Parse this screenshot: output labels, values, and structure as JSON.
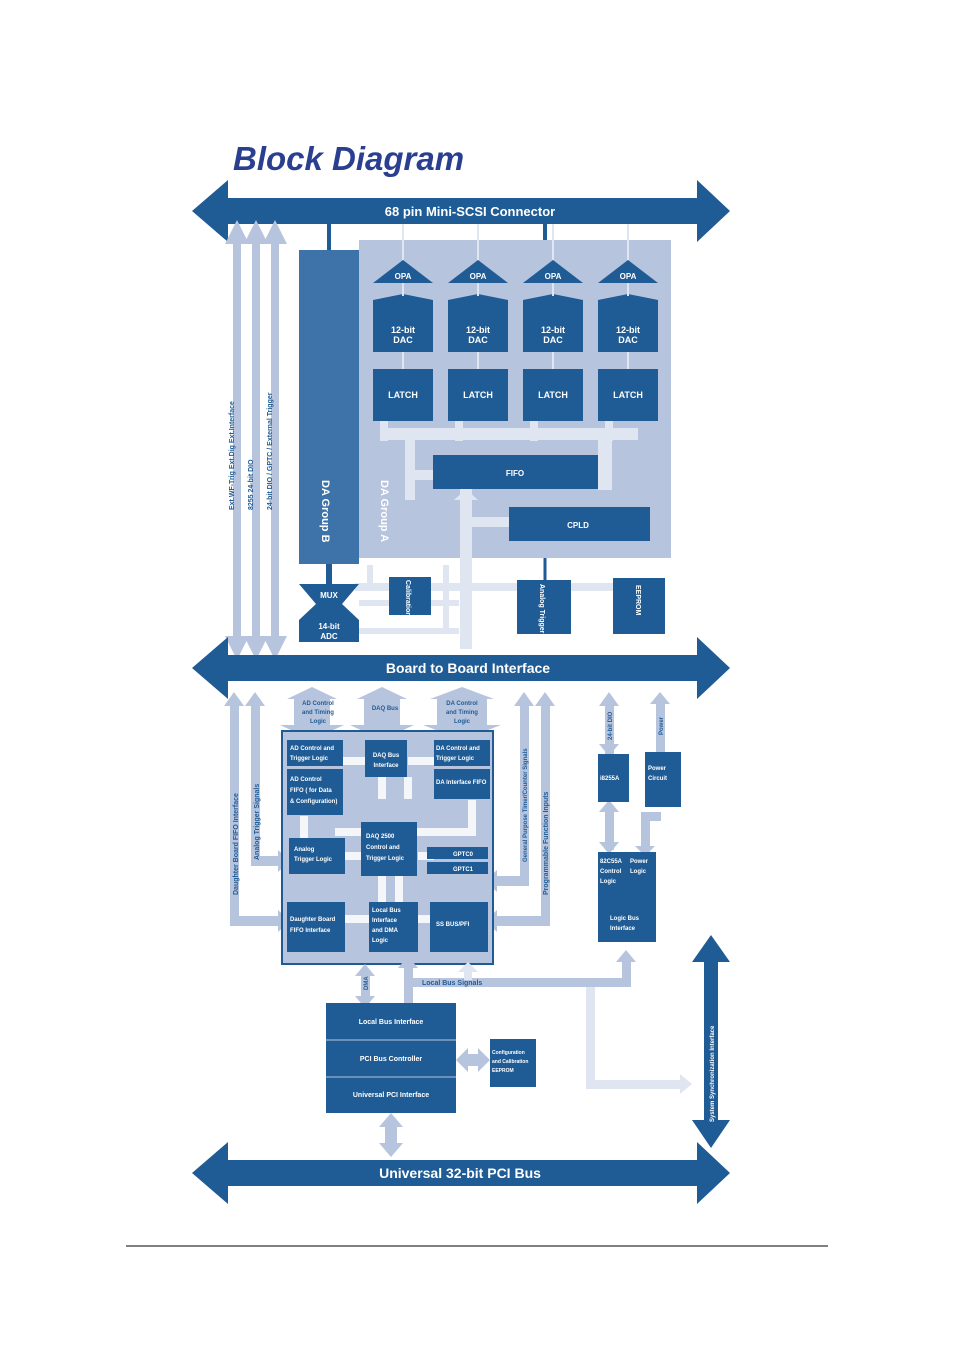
{
  "title": "Block Diagram",
  "buses": {
    "top": "68 pin Mini-SCSI Connector",
    "middle": "Board to Board Interface",
    "bottom": "Universal 32-bit PCI Bus"
  },
  "left_vertical_labels": [
    "Ext.WF-Trig Ext.Dig Ext.Interface",
    "8255 24-bit DIO",
    "24-bit DIO / GPTC / External Trigger"
  ],
  "da": {
    "group_a": "DA Group A",
    "group_b": "DA Group B",
    "opa": [
      "OPA",
      "OPA",
      "OPA",
      "OPA"
    ],
    "dac_line1": [
      "12-bit",
      "12-bit",
      "12-bit",
      "12-bit"
    ],
    "dac_line2": [
      "DAC",
      "DAC",
      "DAC",
      "DAC"
    ],
    "latch": [
      "LATCH",
      "LATCH",
      "LATCH",
      "LATCH"
    ],
    "fifo": "FIFO",
    "cpld": "CPLD"
  },
  "mid_row": {
    "mux": "MUX",
    "adc_line1": "14-bit",
    "adc_line2": "ADC",
    "calibration": "Calibration",
    "analog_trigger": "Analog Trigger",
    "eeprom": "EEPROM"
  },
  "upper_arrows": {
    "ad_line1": "AD Control",
    "ad_line2": "and Timing",
    "ad_line3": "Logic",
    "daq_bus": "DAQ Bus",
    "da_line1": "DA Control",
    "da_line2": "and Timing",
    "da_line3": "Logic"
  },
  "side_labels": {
    "daughter_fifo": "Daughter Board FIFO Interface",
    "analog_trigger_signals": "Analog Trigger Signals",
    "gp_timer": "General Purpose Timer/Counter Signals",
    "prog_function": "Programmable Function Inputs",
    "dio_24bit": "24-bit DIO",
    "power": "Power",
    "sys_sync": "System Synchronization Interface",
    "local_bus_signals": "Local Bus Signals",
    "dma": "DMA"
  },
  "fpga": {
    "ad_ctrl_line1": "AD Control and",
    "ad_ctrl_line2": "Trigger Logic",
    "daq_bus_iface_line1": "DAQ Bus",
    "daq_bus_iface_line2": "Interface",
    "da_ctrl_line1": "DA Control and",
    "da_ctrl_line2": "Trigger Logic",
    "ad_fifo_line1": "AD Control",
    "ad_fifo_line2": "FIFO ( for Data",
    "ad_fifo_line3": "& Configuration)",
    "da_iface_fifo": "DA Interface FIFO",
    "analog_trig_line1": "Analog",
    "analog_trig_line2": "Trigger Logic",
    "daq_ctrl_line1": "DAQ 2500",
    "daq_ctrl_line2": "Control and",
    "daq_ctrl_line3": "Trigger Logic",
    "gptc1": "GPTC0",
    "gptc2": "GPTC1",
    "daughter_line1": "Daughter Board",
    "daughter_line2": "FIFO Interface",
    "local_bus_line1": "Local Bus",
    "local_bus_line2": "Interface",
    "local_bus_line3": "and DMA",
    "local_bus_line4": "Logic",
    "ss_bus": "SS BUS/PFI"
  },
  "right_blocks": {
    "i8255": "i8255A",
    "power_line1": "Power",
    "power_line2": "Circuit",
    "i8255_ctrl_line1": "82C55A",
    "i8255_ctrl_line2": "Control",
    "i8255_ctrl_line3": "Logic",
    "power_logic_line1": "Power",
    "power_logic_line2": "Logic",
    "logic_bus_line1": "Logic Bus",
    "logic_bus_line2": "Interface"
  },
  "pci": {
    "local_bus_interface": "Local Bus Interface",
    "pci_bus_controller": "PCI Bus Controller",
    "universal_pci_interface": "Universal PCI Interface",
    "cfg_line1": "Configuration",
    "cfg_line2": "and Calibration",
    "cfg_line3": "EEPROM"
  },
  "colors": {
    "dark_blue": "#1f5b94",
    "mid_blue": "#3d73a8",
    "light_blue": "#b7c4de",
    "arrow_light": "#c6d0e6",
    "title_blue": "#2a3f8f"
  }
}
